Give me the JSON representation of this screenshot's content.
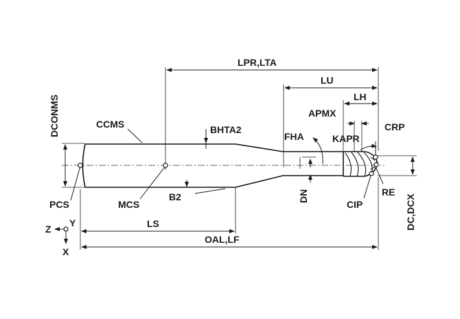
{
  "labels": {
    "lpr_lta": "LPR,LTA",
    "lu": "LU",
    "lh": "LH",
    "apmx": "APMX",
    "dconms": "DCONMS",
    "ccms": "CCMS",
    "bhta2": "BHTA2",
    "fha": "FHA",
    "kapr": "KAPR",
    "crp": "CRP",
    "re": "RE",
    "dn": "DN",
    "cip": "CIP",
    "dc_dcx": "DC,DCX",
    "pcs": "PCS",
    "mcs": "MCS",
    "b2": "B2",
    "ls": "LS",
    "oal_lf": "OAL,LF"
  },
  "axes": {
    "z": "Z",
    "y": "Y",
    "x": "X"
  }
}
